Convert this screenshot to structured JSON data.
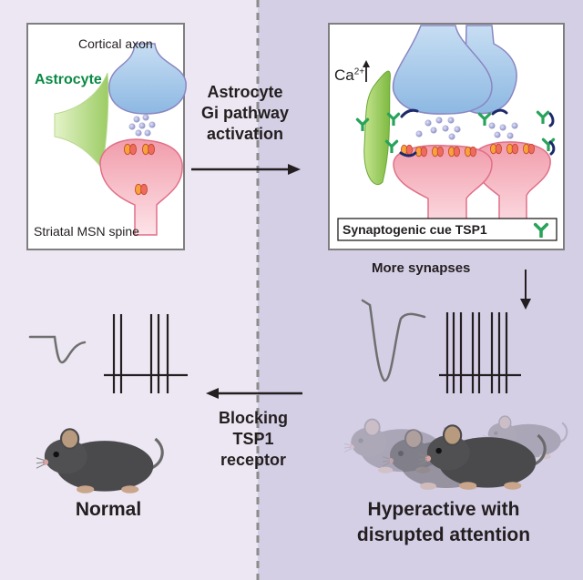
{
  "panel_left": {
    "axon_label": "Cortical axon",
    "astrocyte_label": "Astrocyte",
    "spine_label": "Striatal MSN spine"
  },
  "step_forward": [
    "Astrocyte",
    "Gi pathway",
    "activation"
  ],
  "panel_right": {
    "calcium_label": "Ca",
    "calcium_superscript": "2+",
    "cue_label": "Synaptogenic cue TSP1"
  },
  "more_synapses": "More synapses",
  "step_back": [
    "Blocking",
    "TSP1",
    "receptor"
  ],
  "outcome_normal": "Normal",
  "outcome_hyperactive": [
    "Hyperactive with",
    "disrupted attention"
  ],
  "colors": {
    "left_bg": "#ece7f2",
    "right_bg": "#d5cfe6",
    "astrocyte_green": "#0a8a45",
    "axon_blue": "#9fc6e9",
    "spine_pink": "#f6c0c9",
    "tsp1_green": "#27a35a",
    "receptor_navy": "#1b2a6b"
  },
  "icons": [
    "ca-up-arrow-icon",
    "tsp1-molecule-icon",
    "mouse-icon"
  ]
}
